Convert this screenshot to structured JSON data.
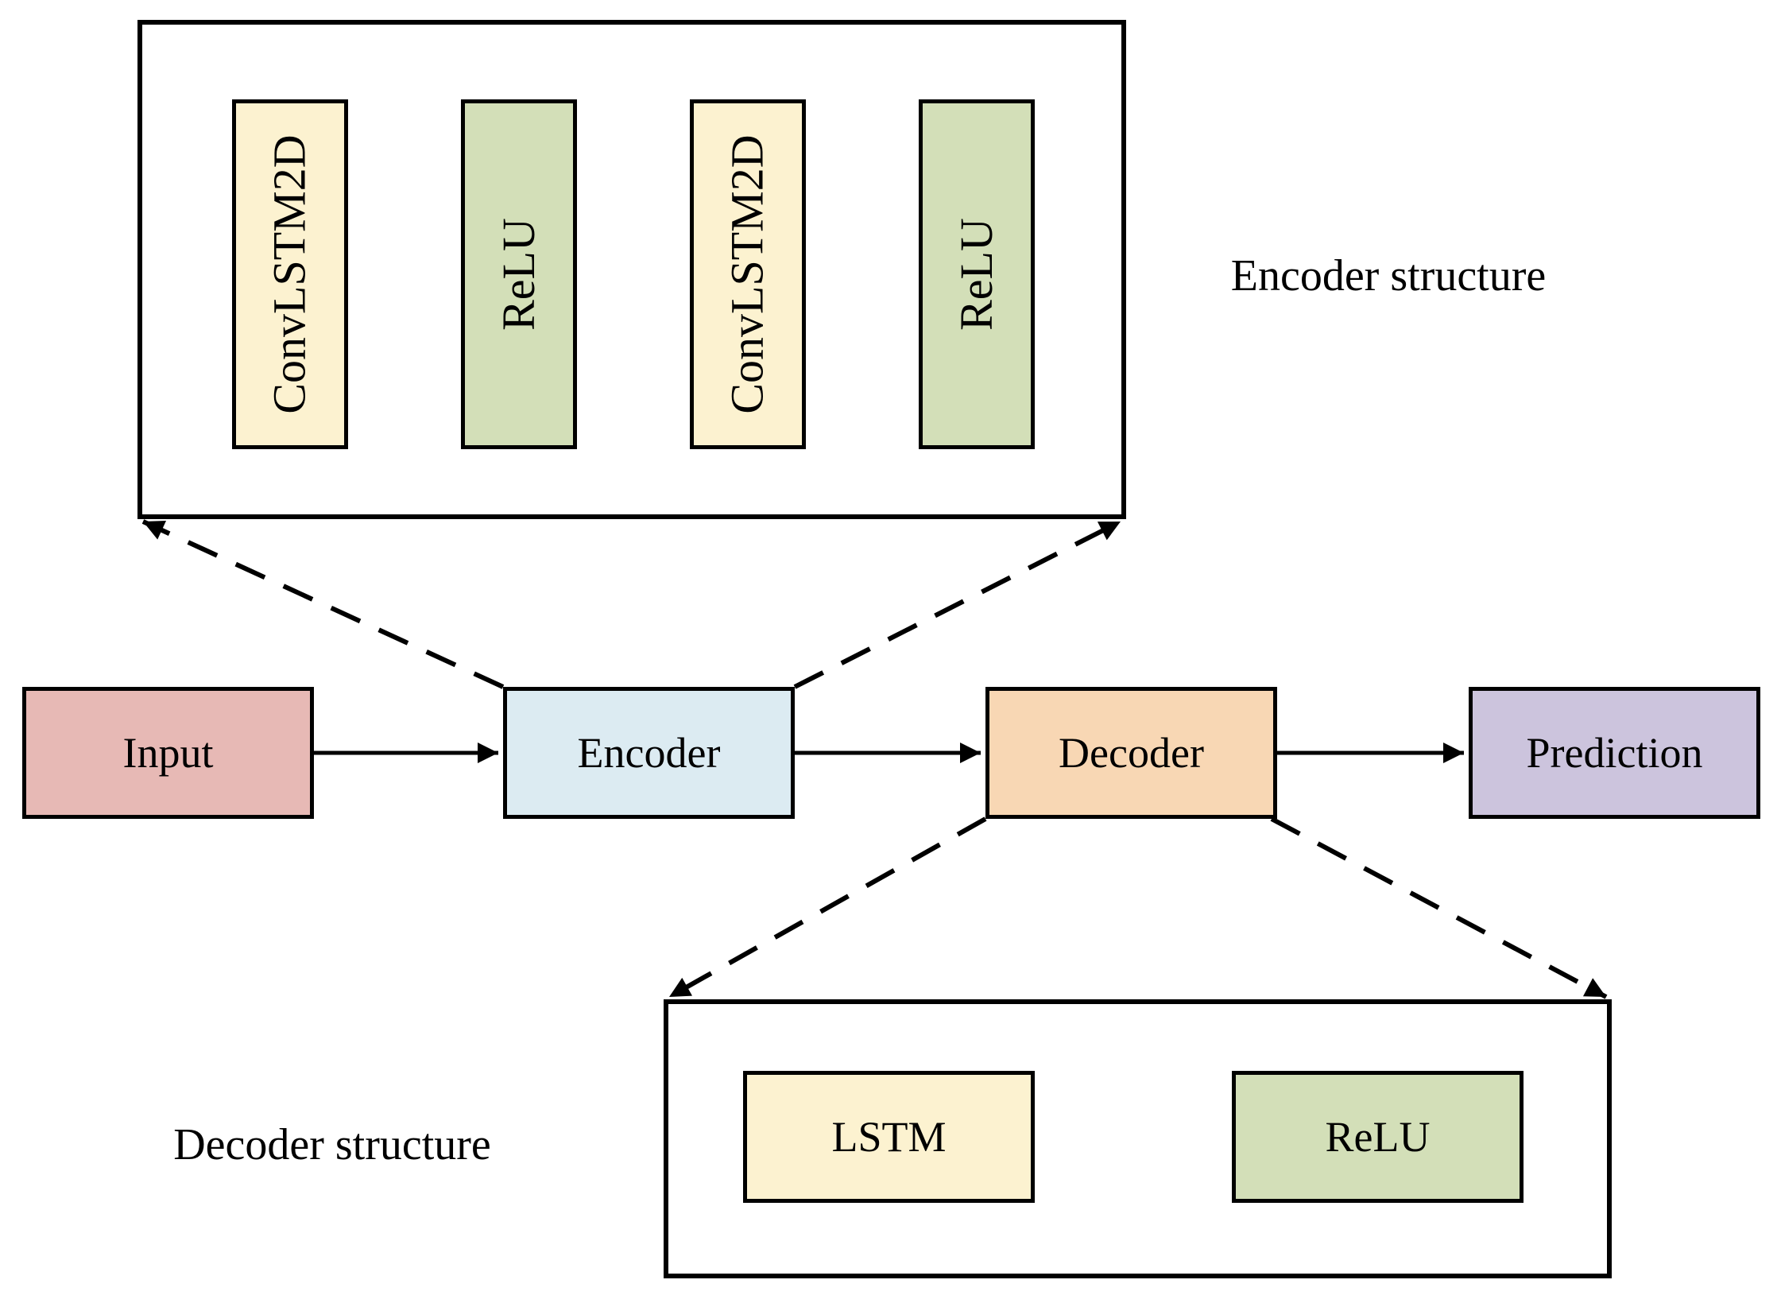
{
  "colors": {
    "input": "#E7B9B5",
    "encoder": "#DCEBF2",
    "decoder": "#F8D7B4",
    "prediction": "#CCC4DD",
    "conv_layer": "#FCF2D0",
    "relu_layer": "#D3DFB8",
    "line": "#000000",
    "background": "#FFFFFF"
  },
  "encoder_structure": {
    "title": "Encoder structure",
    "layers": [
      {
        "label": "ConvLSTM2D"
      },
      {
        "label": "ReLU"
      },
      {
        "label": "ConvLSTM2D"
      },
      {
        "label": "ReLU"
      }
    ]
  },
  "main_flow": {
    "boxes": [
      {
        "label": "Input"
      },
      {
        "label": "Encoder"
      },
      {
        "label": "Decoder"
      },
      {
        "label": "Prediction"
      }
    ]
  },
  "decoder_structure": {
    "title": "Decoder structure",
    "layers": [
      {
        "label": "LSTM"
      },
      {
        "label": "ReLU"
      }
    ]
  }
}
